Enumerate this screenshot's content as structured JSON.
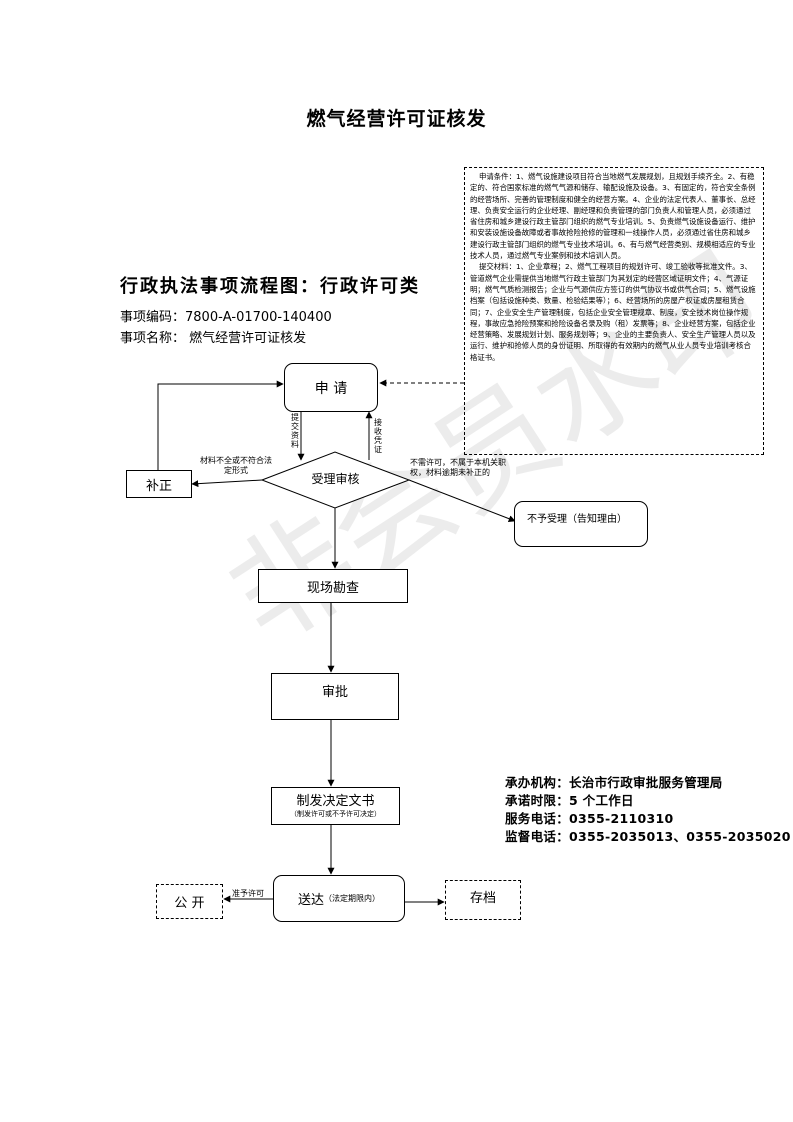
{
  "doc": {
    "title": "燃气经营许可证核发",
    "subtitle": "行政执法事项流程图：行政许可类",
    "item_code": "事项编码：7800-A-01700-140400",
    "item_name": "事项名称：  燃气经营许可证核发"
  },
  "conditions": {
    "requirements": "申请条件：1、燃气设施建设项目符合当地燃气发展规划，且规划手续齐全。2、有稳定的、符合国家标准的燃气气源和储存、输配设施及设备。3、有固定的，符合安全条例的经营场所、完善的管理制度和健全的经营方案。4、企业的法定代表人、董事长、总经理、负责安全运行的企业经理、副经理和负责管理的部门负责人和管理人员，必须通过省住房和城乡建设行政主管部门组织的燃气专业培训。5、负责燃气设施设备运行、维护和安装设施设备故障或者事故抢险抢修的管理和一线操作人员，必须通过省住房和城乡建设行政主管部门组织的燃气专业技术培训。6、有与燃气经营类别、规模相适应的专业技术人员，通过燃气专业案例和技术培训人员。",
    "materials": "提交材料：1、企业章程；2、燃气工程项目的规划许可、竣工验收等批准文件。3、管道燃气企业需提供当地燃气行政主管部门为其划定的经营区域证明文件；4、气源证明；燃气气质检测报告；企业与气源供应方签订的供气协议书或供气合同；5、燃气设施档案（包括设施种类、数量、检验结果等）；6、经营场所的房屋产权证或房屋租赁合同；7、企业安全生产管理制度，包括企业安全管理规章、制度，安全技术岗位操作规程，事故应急抢险预案和抢险设备名录及购（租）发票等；8、企业经营方案，包括企业经营策略、发展规划计划、服务规划等；9、企业的主要负责人、安全生产管理人员以及运行、维护和抢修人员的身份证明、所取得的有效期内的燃气从业人员专业培训考核合格证书。"
  },
  "flow": {
    "apply": "申 请",
    "submit_materials": "提交资料",
    "receive_notice": "接收凭证",
    "accept_review": "受理审核",
    "supplement": "补正",
    "supplement_cond": "材料不全或不符合法定形式",
    "reject_cond": "不需许可，不属于本机关职权，材料逾期未补正的",
    "reject": "不予受理（告知理由）",
    "site_inspection": "现场勘查",
    "approval": "审批",
    "issue_doc": "制发决定文书",
    "issue_doc_note": "（制发许可或不予许可决定）",
    "deliver": "送达",
    "deliver_note": "（法定期限内）",
    "grant_label": "准予许可",
    "publish": "公 开",
    "archive": "存档"
  },
  "info": {
    "agency": "承办机构：长治市行政审批服务管理局",
    "time_limit": "承诺时限：5 个工作日",
    "service_phone": "服务电话：0355-2110310",
    "supervise_phone": "监督电话：0355-2035013、0355-2035020"
  },
  "watermark": "非会员水印"
}
